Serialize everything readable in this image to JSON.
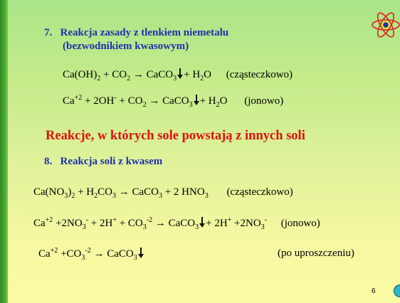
{
  "section7": {
    "number": "7.",
    "title_line1": "Reakcja zasady z tlenkiem niemetalu",
    "title_line2": "(bezwodnikiem kwasowym)"
  },
  "eq7a": {
    "p1": "Ca(OH)",
    "s1": "2",
    "p2": " + CO",
    "s2": "2",
    "p3": " ",
    "arrow": "→",
    "p4": " CaCO",
    "s3": "3",
    "p5": "+ H",
    "s4": "2",
    "p6": "O",
    "note": "(cząsteczkowo)"
  },
  "eq7b": {
    "p1": "Ca",
    "sup1": "+2",
    "p2": " + 2OH",
    "sup2": "-",
    "p3": " + CO",
    "s1": "2",
    "p4": " ",
    "arrow": "→",
    "p5": " CaCO",
    "s2": "3",
    "p6": "+ H",
    "s3": "2",
    "p7": "O",
    "note": "(jonowo)"
  },
  "heading": "Reakcje, w których sole  powstają z innych soli",
  "section8": {
    "number": "8.",
    "title": "Reakcja soli z kwasem"
  },
  "eq8a": {
    "p1": "Ca(NO",
    "s1": "3",
    "p2": ")",
    "s2": "2",
    "p3": " + H",
    "s3": "2",
    "p4": "CO",
    "s4": "3",
    "p5": " ",
    "arrow": "→",
    "p6": " CaCO",
    "s5": "3",
    "p7": " + 2 HNO",
    "s6": "3",
    "note": "(cząsteczkowo)"
  },
  "eq8b": {
    "p1": "Ca",
    "sup1": "+2",
    "p2": " +2NO",
    "s1": "3",
    "sup2": "-",
    "p3": " + 2H",
    "sup3": "+",
    "p4": " + CO",
    "s2": "3",
    "sup4": "-2",
    "p5": " ",
    "arrow": "→",
    "p6": " CaCO",
    "s3": "3",
    "p7": "+ 2H",
    "sup5": "+",
    "p8": " +2NO",
    "s4": "3",
    "sup6": "-",
    "note": "(jonowo)"
  },
  "eq8c": {
    "p1": "Ca",
    "sup1": "+2",
    "p2": " +CO",
    "s1": "3",
    "sup2": "-2",
    "p3": " ",
    "arrow": "→",
    "p4": " CaCO",
    "s2": "3",
    "note": "(po uproszczeniu)"
  },
  "slide_number": "6",
  "icons": {
    "atom": "atom-icon",
    "corner": "circle-icon"
  },
  "colors": {
    "title_blue": "#1f2fb3",
    "heading_red": "#e01010",
    "border_green": "#2e8b22"
  }
}
